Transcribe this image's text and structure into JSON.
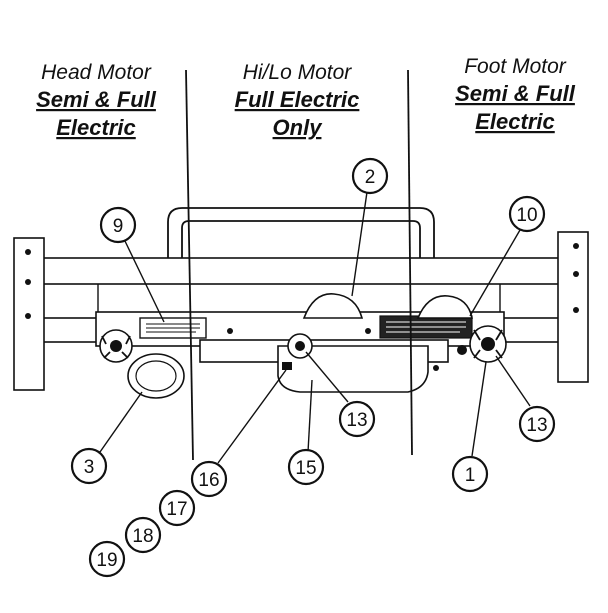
{
  "sections": [
    {
      "title": "Head Motor",
      "subtitle_line1": "Semi & Full",
      "subtitle_line2": "Electric"
    },
    {
      "title": "Hi/Lo Motor",
      "subtitle_line1": "Full Electric",
      "subtitle_line2": "Only"
    },
    {
      "title": "Foot Motor",
      "subtitle_line1": "Semi & Full",
      "subtitle_line2": "Electric"
    }
  ],
  "callouts": [
    "9",
    "2",
    "10",
    "3",
    "16",
    "13",
    "15",
    "1",
    "13",
    "17",
    "18",
    "19"
  ],
  "colors": {
    "ink": "#111111",
    "paper": "#ffffff"
  }
}
